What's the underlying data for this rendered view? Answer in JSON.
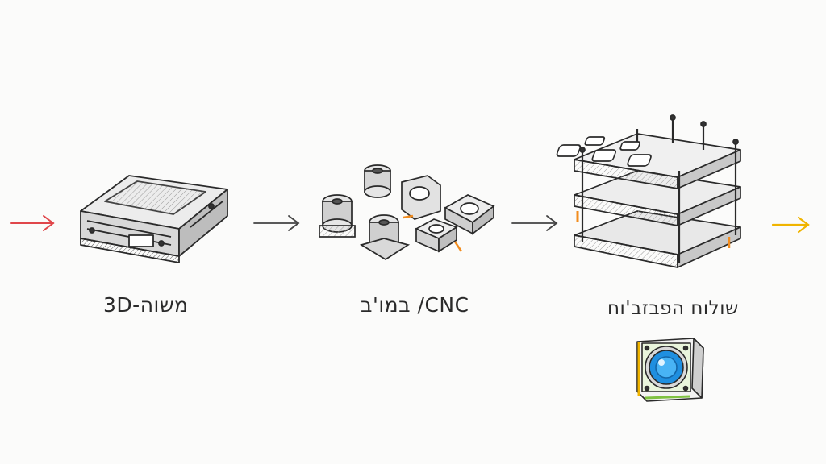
{
  "diagram": {
    "steps": [
      {
        "label": "3D-משוה",
        "icon": "printed-block-icon"
      },
      {
        "label": "במו'ב /CNC",
        "icon": "machined-parts-icon"
      },
      {
        "label": "שולוח הפבזב'וח",
        "icon": "mold-stack-icon"
      }
    ],
    "extra_icon": "camera-module-icon",
    "colors": {
      "input_arrow": "#e0464a",
      "output_arrow": "#f0b400",
      "ink": "#2a2a2a",
      "accent_orange": "#f28c1e",
      "accent_blue": "#1f8fe0",
      "accent_green": "#7fc241"
    }
  }
}
